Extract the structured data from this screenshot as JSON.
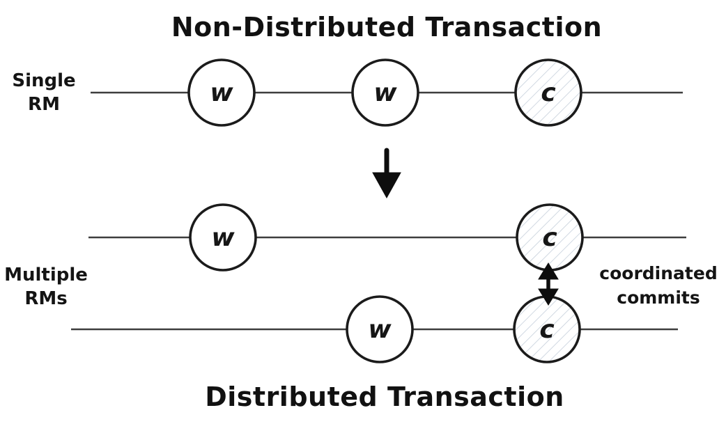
{
  "titles": {
    "top": "Non-Distributed Transaction",
    "bottom": "Distributed Transaction"
  },
  "labels": {
    "single_rm": {
      "line1": "Single",
      "line2": "RM"
    },
    "multiple_rms": {
      "line1": "Multiple",
      "line2": "RMs"
    },
    "coordinated_commits": {
      "line1": "coordinated",
      "line2": "commits"
    }
  },
  "timelines": {
    "single_rm": {
      "events": [
        "w",
        "w",
        "c"
      ]
    },
    "multiple_rms": [
      {
        "events": [
          "w",
          "c"
        ]
      },
      {
        "events": [
          "w",
          "c"
        ]
      }
    ]
  },
  "icons": {
    "transform_arrow": "down-arrow",
    "coordination_arrow": "double-headed-vertical-arrow"
  },
  "colors": {
    "background": "#ffffff",
    "stroke": "#1b1b1b",
    "timeline": "#3d3d3d",
    "text": "#141414",
    "commit_hatch": "#c9d2dd",
    "circle_fill": "#ffffff"
  }
}
